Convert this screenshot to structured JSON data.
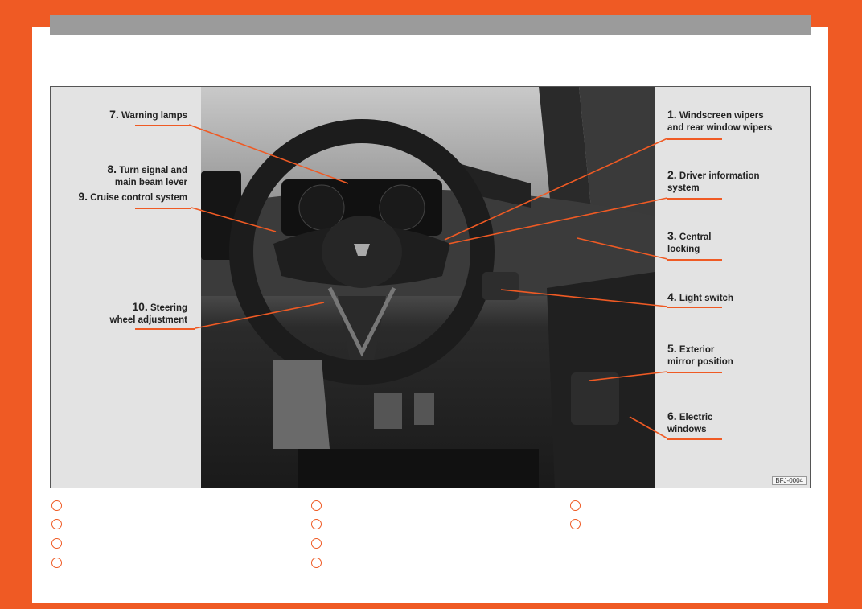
{
  "labels": {
    "l1": {
      "num": "1.",
      "line1": " Windscreen wipers",
      "line2": "and rear window wipers"
    },
    "l2": {
      "num": "2.",
      "line1": " Driver information",
      "line2": "system"
    },
    "l3": {
      "num": "3.",
      "line1": " Central",
      "line2": "locking"
    },
    "l4": {
      "num": "4.",
      "line1": " Light switch"
    },
    "l5": {
      "num": "5.",
      "line1": " Exterior",
      "line2": "mirror position"
    },
    "l6": {
      "num": "6.",
      "line1": " Electric",
      "line2": "windows"
    },
    "l7": {
      "num": "7.",
      "line1": " Warning lamps"
    },
    "l8": {
      "num": "8.",
      "line1": " Turn signal and",
      "line2": "main beam lever"
    },
    "l9": {
      "num": "9.",
      "line1": " Cruise control system"
    },
    "l10": {
      "num": "10.",
      "line1": " Steering",
      "line2": "wheel adjustment"
    }
  },
  "figure_code": "BFJ-0004",
  "colors": {
    "accent": "#ef5a24",
    "banner": "#9b9b9b"
  }
}
